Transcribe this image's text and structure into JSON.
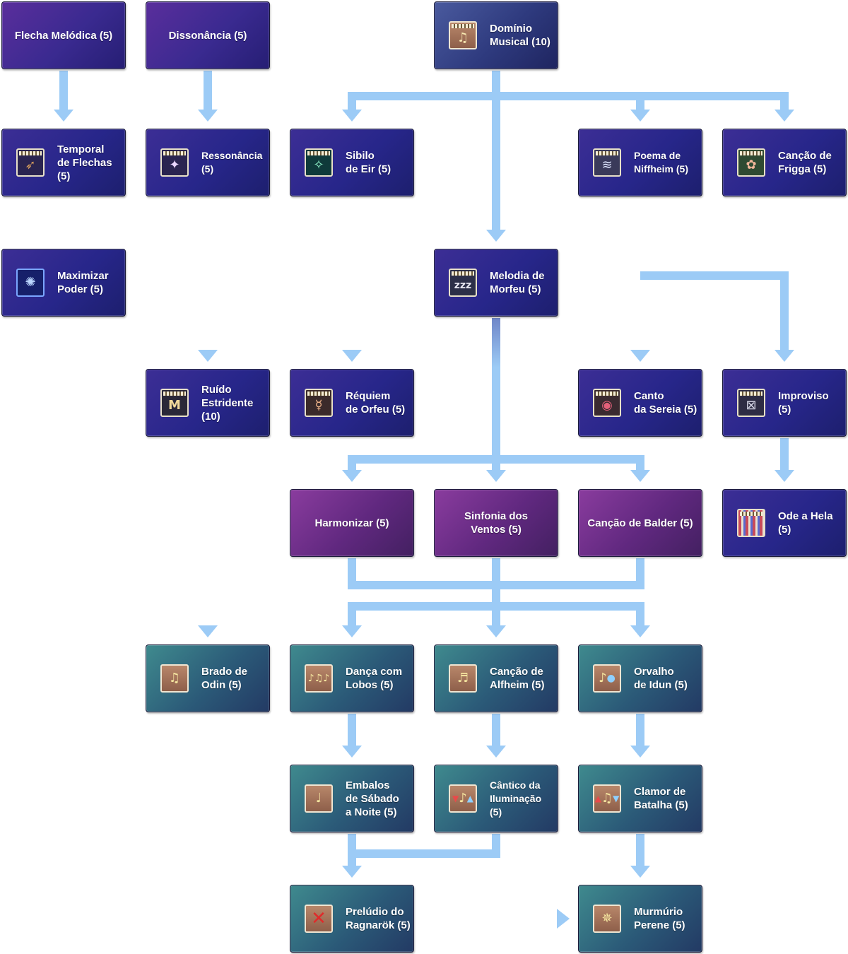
{
  "colors": {
    "connector": "#9ccbf6",
    "node_blue": "#27268a",
    "node_purple": "#60287f",
    "node_teal": "#2b5a78"
  },
  "nodes": {
    "flecha_melodica": {
      "label": "Flecha Melódica (5)"
    },
    "dissonancia": {
      "label": "Dissonância (5)"
    },
    "dominio_musical": {
      "label": "Domínio\nMusical (10)",
      "icon": "music-score-icon"
    },
    "temporal_de_flechas": {
      "label": "Temporal\nde Flechas\n(5)",
      "icon": "arrow-storm-icon"
    },
    "ressonancia": {
      "label": "Ressonância\n(5)",
      "icon": "sparkle-icon"
    },
    "sibilo_de_eir": {
      "label": "Sibilo\nde Eir (5)",
      "icon": "star-sparkles-icon"
    },
    "poema_de_niffheim": {
      "label": "Poema de\nNiffheim (5)",
      "icon": "wave-icon"
    },
    "cancao_de_frigga": {
      "label": "Canção de\nFrigga (5)",
      "icon": "clover-icon"
    },
    "maximizar_poder": {
      "label": "Maximizar\nPoder (5)",
      "icon": "energy-burst-icon"
    },
    "melodia_de_morfeu": {
      "label": "Melodia de\nMorfeu (5)",
      "icon": "sleep-icon"
    },
    "ruido_estridente": {
      "label": "Ruído\nEstridente\n(10)",
      "icon": "noise-wave-icon"
    },
    "requiem_de_orfeu": {
      "label": "Réquiem\nde Orfeu (5)",
      "icon": "raised-hands-icon"
    },
    "canto_da_sereia": {
      "label": "Canto\nda Sereia (5)",
      "icon": "lips-icon"
    },
    "improviso": {
      "label": "Improviso\n(5)",
      "icon": "crossed-box-icon"
    },
    "harmonizar": {
      "label": "Harmonizar (5)"
    },
    "sinfonia_dos_ventos": {
      "label": "Sinfonia dos\nVentos (5)"
    },
    "cancao_de_balder": {
      "label": "Canção de Balder (5)"
    },
    "ode_a_hela": {
      "label": "Ode a Hela\n(5)",
      "icon": "striped-curtain-icon"
    },
    "brado_de_odin": {
      "label": "Brado de\nOdin (5)",
      "icon": "double-note-icon"
    },
    "danca_com_lobos": {
      "label": "Dança com\nLobos (5)",
      "icon": "note-row-icon"
    },
    "cancao_de_alfheim": {
      "label": "Canção de\nAlfheim (5)",
      "icon": "note-pair-icon"
    },
    "orvalho_de_idun": {
      "label": "Orvalho\nde Idun (5)",
      "icon": "dew-drop-icon"
    },
    "embalos_de_sabado": {
      "label": "Embalos\nde Sábado\na Noite (5)",
      "icon": "dancing-note-icon"
    },
    "cantico_da_iluminacao": {
      "label": "Cântico da\nIluminação\n(5)",
      "icon": "note-arrows-icon"
    },
    "clamor_de_batalha": {
      "label": "Clamor de\nBatalha (5)",
      "icon": "battle-note-icon"
    },
    "preludio_do_ragnarok": {
      "label": "Prelúdio do\nRagnarök (5)",
      "icon": "red-cross-icon"
    },
    "murmurio_perene": {
      "label": "Murmúrio\nPerene (5)",
      "icon": "compass-wheel-icon"
    }
  }
}
